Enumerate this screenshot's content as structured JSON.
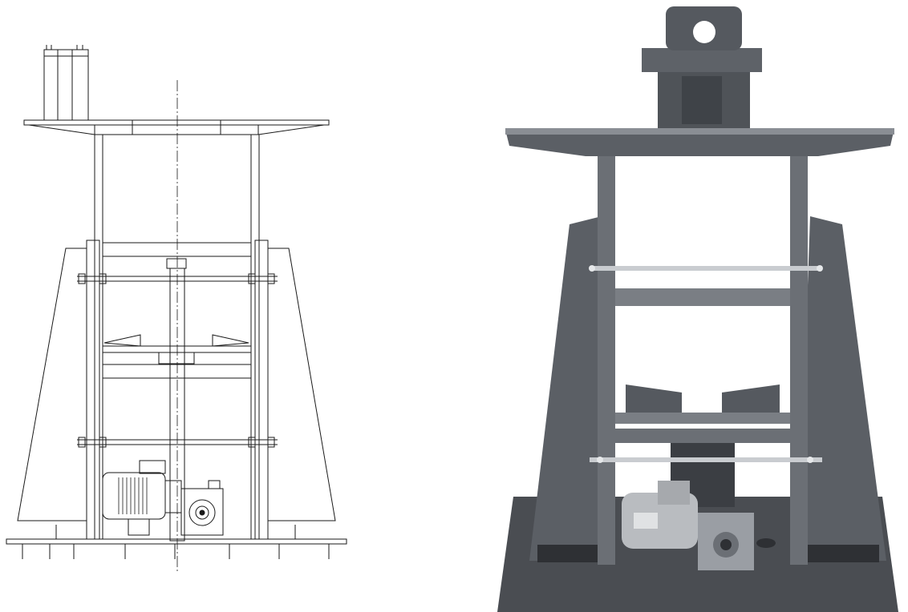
{
  "figure": {
    "panels": [
      {
        "id": "drawing",
        "kind": "technical-line-drawing",
        "subject": "stand-frame-front-view"
      },
      {
        "id": "photo",
        "kind": "photograph",
        "subject": "stand-frame-built"
      }
    ],
    "colors": {
      "background": "#ffffff",
      "line": "#1a1a1a",
      "steel_dark": "#4a4d52",
      "steel_mid": "#6b6f75",
      "steel_light": "#9a9ea4",
      "motor_silver": "#b9bcc0",
      "shadow": "#2e3034"
    },
    "icons": [
      "electric-motor-icon",
      "gearbox-icon",
      "bearing-block-icon",
      "threaded-rod-icon"
    ]
  }
}
